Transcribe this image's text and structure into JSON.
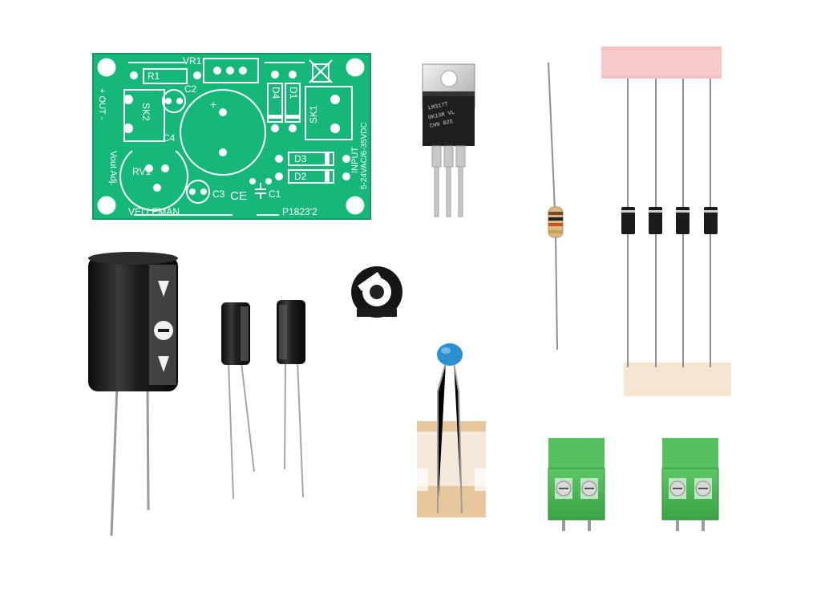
{
  "pcb": {
    "brand": "VELLEMAN",
    "code": "P1823'2",
    "refs": {
      "vr1": "VR1",
      "r1": "R1",
      "c2": "C2",
      "c4": "C4",
      "c3": "C3",
      "c1": "C1",
      "sk2": "SK2",
      "sk1": "SK1",
      "rv1": "RV1",
      "d1": "D1",
      "d2": "D2",
      "d3": "D3",
      "d4": "D4"
    },
    "out_label": "+ OUT -",
    "vout_label": "Vout Adj.",
    "input_label": "INPUT",
    "input_range": "5-24VAC/6-35VDC"
  },
  "regulator": {
    "line1": "LM317T",
    "line2": "GK13R VL",
    "line3": "CHN 825"
  },
  "colors": {
    "pcb": "#16b87a",
    "terminal_block": "#49b852",
    "ceramic_cap": "#2b8fd0",
    "electrolytic": "#1c1c1c"
  }
}
